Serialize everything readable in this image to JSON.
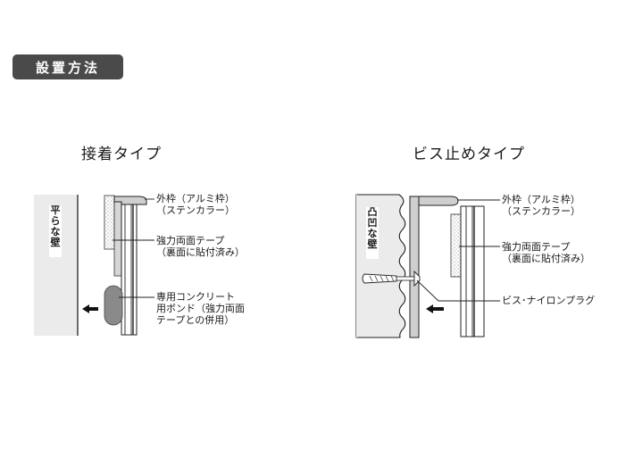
{
  "header": {
    "title": "設置方法"
  },
  "left_diagram": {
    "title": "接着タイプ",
    "wall_label": [
      "平",
      "ら",
      "な",
      "壁"
    ],
    "callouts": {
      "frame": [
        "外枠（アルミ枠）",
        "（ステンカラー）"
      ],
      "tape": [
        "強力両面テープ",
        "（裏面に貼付済み）"
      ],
      "bond": [
        "専用コンクリート",
        "用ボンド（強力両面",
        "テープとの併用）"
      ]
    }
  },
  "right_diagram": {
    "title": "ビス止めタイプ",
    "wall_label": [
      "凸",
      "凹",
      "な",
      "壁"
    ],
    "callouts": {
      "frame": [
        "外枠（アルミ枠）",
        "（ステンカラー）"
      ],
      "tape": [
        "強力両面テープ",
        "（裏面に貼付済み）"
      ],
      "screw": [
        "ビス･ナイロンプラグ"
      ]
    }
  },
  "colors": {
    "badge": "#4a4a4a",
    "wall": "#ebebeb",
    "frame": "#d0d0d0",
    "line": "#222222"
  }
}
